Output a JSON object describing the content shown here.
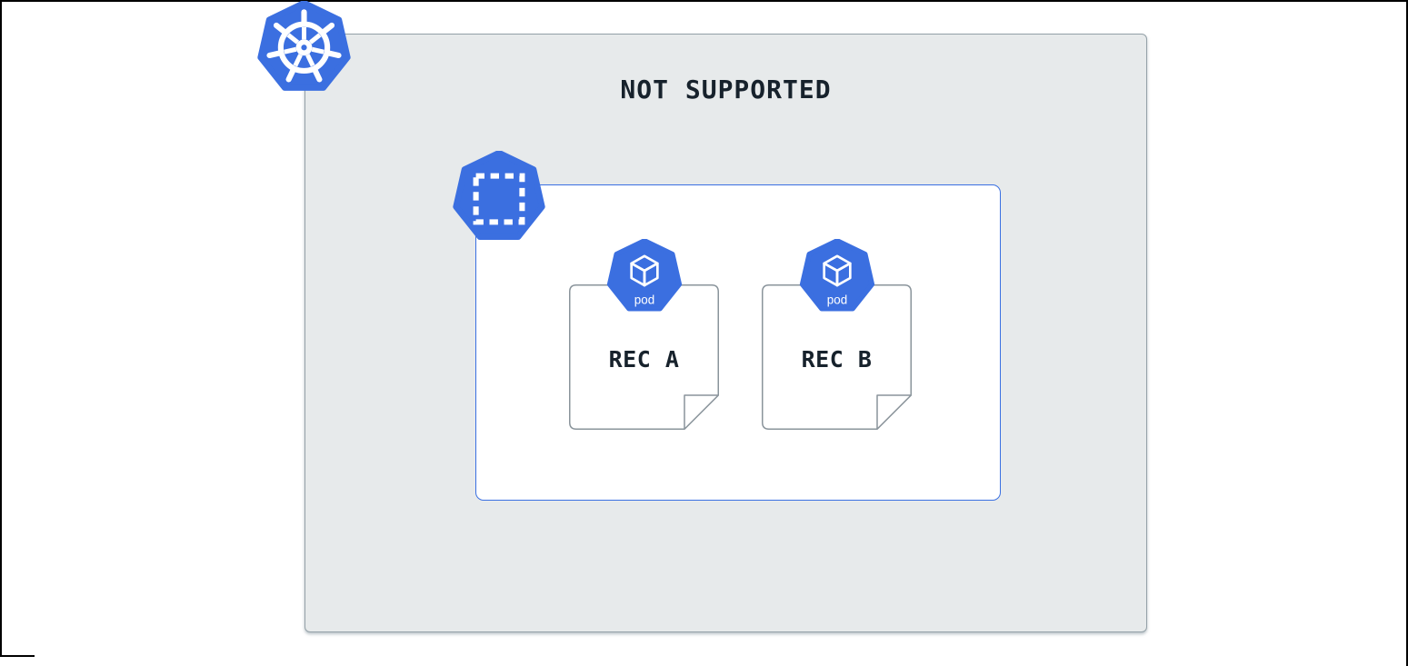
{
  "diagram": {
    "title": "NOT SUPPORTED",
    "pods": [
      {
        "badge": "pod",
        "label": "REC A"
      },
      {
        "badge": "pod",
        "label": "REC B"
      }
    ],
    "icons": {
      "cluster": "kubernetes-helm-wheel-icon",
      "namespace": "namespace-dashed-square-icon",
      "pod": "pod-cube-icon"
    },
    "colors": {
      "kubernetes_blue": "#3B6FE0",
      "namespace_border": "#3A70E2",
      "cluster_fill": "#E7EAEB",
      "cluster_border": "#94A1A8",
      "note_border": "#8A949B",
      "text_dark": "#17222C",
      "frame_black": "#000000"
    }
  }
}
